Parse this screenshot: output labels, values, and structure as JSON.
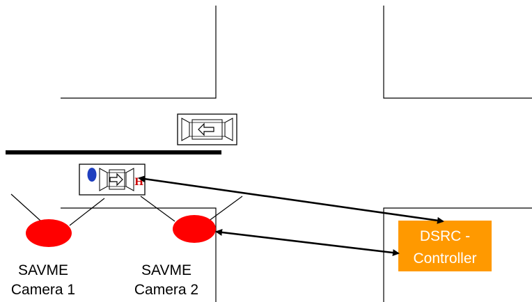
{
  "diagram": {
    "cameras": [
      {
        "line1": "SAVME",
        "line2": "Camera 1",
        "color": "#ff0000"
      },
      {
        "line1": "SAVME",
        "line2": "Camera 2",
        "color": "#ff0000"
      }
    ],
    "controller": {
      "line1": "DSRC -",
      "line2": "Controller",
      "color": "#ff9900"
    },
    "vehicle_marker": {
      "text": "H",
      "color": "#cc0000"
    },
    "emergency_light_color": "#1f3fbf"
  }
}
